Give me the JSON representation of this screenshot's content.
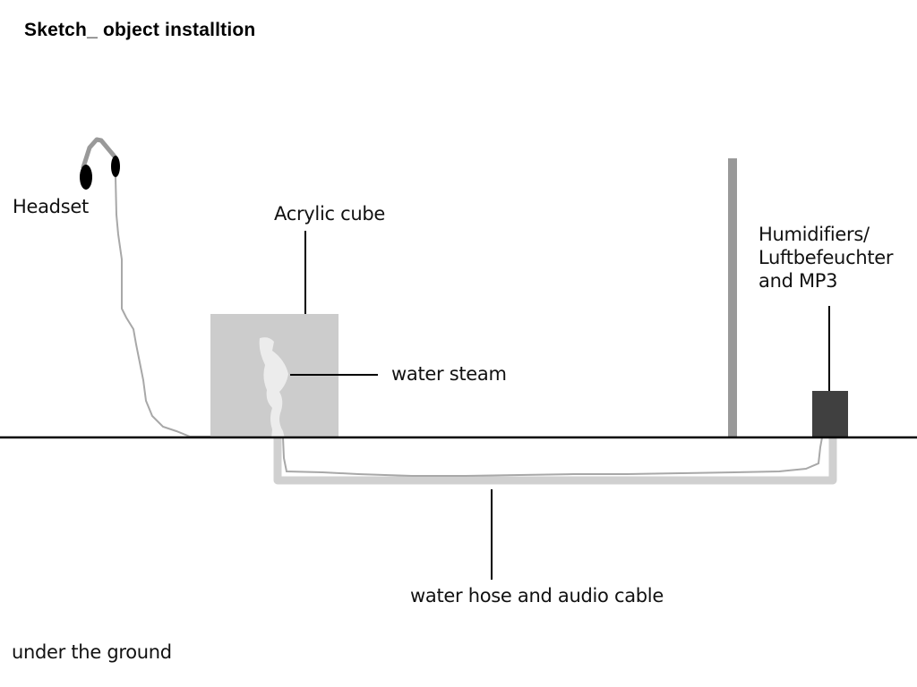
{
  "title": "Sketch_ object installtion",
  "labels": {
    "headset": "Headset",
    "acrylic_cube": "Acrylic cube",
    "water_steam": "water steam",
    "humidifier_line1": "Humidifiers/",
    "humidifier_line2": "Luftbefeuchter",
    "humidifier_line3": "and MP3",
    "hose": "water hose and audio cable",
    "underground": "under the ground"
  },
  "colors": {
    "ground_line": "#000000",
    "cube_fill": "#cccccc",
    "steam_fill": "#ececec",
    "hose_fill": "#d0d0d0",
    "cable_stroke": "#a8a8a8",
    "pole_fill": "#999999",
    "humidifier_fill": "#404040",
    "headset_ear": "#000000"
  }
}
